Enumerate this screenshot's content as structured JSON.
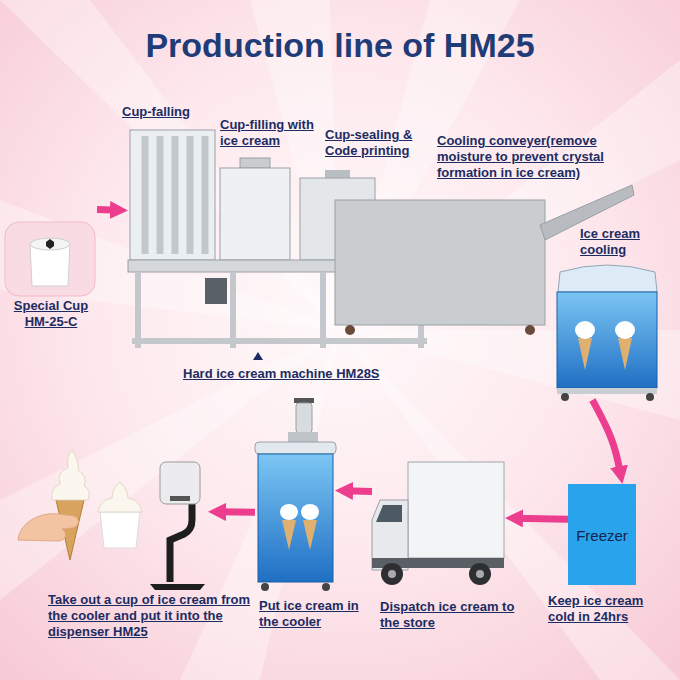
{
  "diagram": {
    "title": "Production line of HM25",
    "nodes": [
      {
        "text": [
          "Special Cup HM-25-C"
        ]
      },
      {
        "text": [
          "Hard ice cream machine HM28S"
        ]
      },
      {
        "text": [
          "Ice cream cooling"
        ]
      },
      {
        "text": [
          "Freezer",
          "Keep ice cream cold in 24hrs"
        ]
      },
      {
        "text": [
          "Dispatch ice cream to the store"
        ]
      },
      {
        "text": [
          "Put ice cream in the cooler"
        ]
      },
      {
        "text": [
          "Take out a cup of ice cream from the cooler and put it into the dispenser HM25"
        ]
      }
    ],
    "edges": [
      {
        "from": 0,
        "to": 1,
        "arrow": "to"
      },
      {
        "from": 2,
        "to": 3,
        "arrow": "to"
      },
      {
        "from": 3,
        "to": 4,
        "arrow": "to"
      },
      {
        "from": 4,
        "to": 5,
        "arrow": "to"
      },
      {
        "from": 5,
        "to": 6,
        "arrow": "to"
      }
    ],
    "labels": [
      "Cup-falling",
      "Cup-filling with ice cream",
      "Cup-sealing & Code printing",
      "Cooling conveyer(remove moisture to prevent crystal formation in ice cream)"
    ]
  }
}
